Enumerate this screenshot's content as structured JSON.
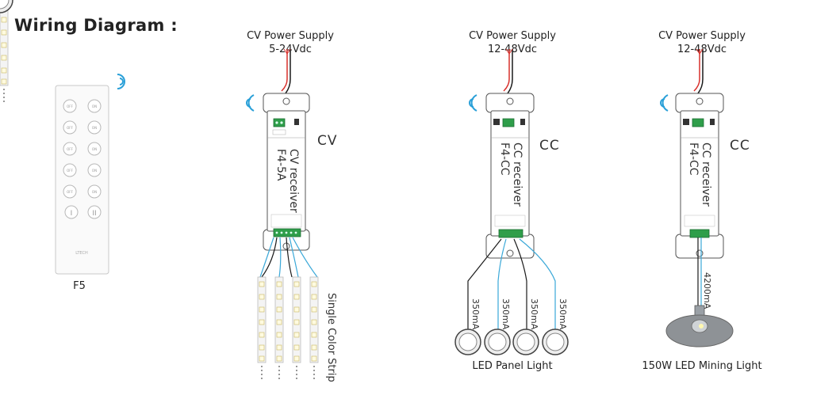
{
  "title": "Wiring Diagram :",
  "remote": {
    "model": "F5",
    "brand": "LTECH",
    "off": "OFF",
    "on": "ON",
    "btn_i": "I",
    "btn_ii": "II"
  },
  "cv": {
    "supply_title": "CV Power Supply",
    "supply_voltage": "5-24Vdc",
    "receiver_line1": "CV receiver",
    "receiver_line2": "F4-5A",
    "mode": "CV",
    "load_label": "Single Color Strip"
  },
  "cc1": {
    "supply_title": "CV Power Supply",
    "supply_voltage": "12-48Vdc",
    "receiver_line1": "CC receiver",
    "receiver_line2": "F4-CC",
    "mode": "CC",
    "current": "350mA",
    "load_label": "LED Panel Light"
  },
  "cc2": {
    "supply_title": "CV Power Supply",
    "supply_voltage": "12-48Vdc",
    "receiver_line1": "CC receiver",
    "receiver_line2": "F4-CC",
    "mode": "CC",
    "current": "4200mA",
    "load_label": "150W LED Mining Light"
  },
  "colors": {
    "wire_red": "#d9302c",
    "wire_black": "#1a1a1a",
    "wire_blue": "#3aa8d8",
    "terminal_green": "#2f9e4a",
    "wifi": "#2aa0d8"
  }
}
